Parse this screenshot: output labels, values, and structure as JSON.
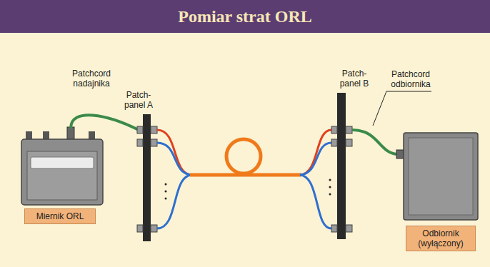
{
  "diagram": {
    "title": "Pomiar strat ORL",
    "nodes": [
      {
        "text": [
          "Miernik ORL"
        ]
      },
      {
        "text": [
          "Odbiornik (wyłączony)"
        ]
      }
    ],
    "labels": [
      "Patchcord nadajnika",
      "Patch- panel A",
      "Patch- panel B",
      "Patchcord odbiornika"
    ]
  }
}
